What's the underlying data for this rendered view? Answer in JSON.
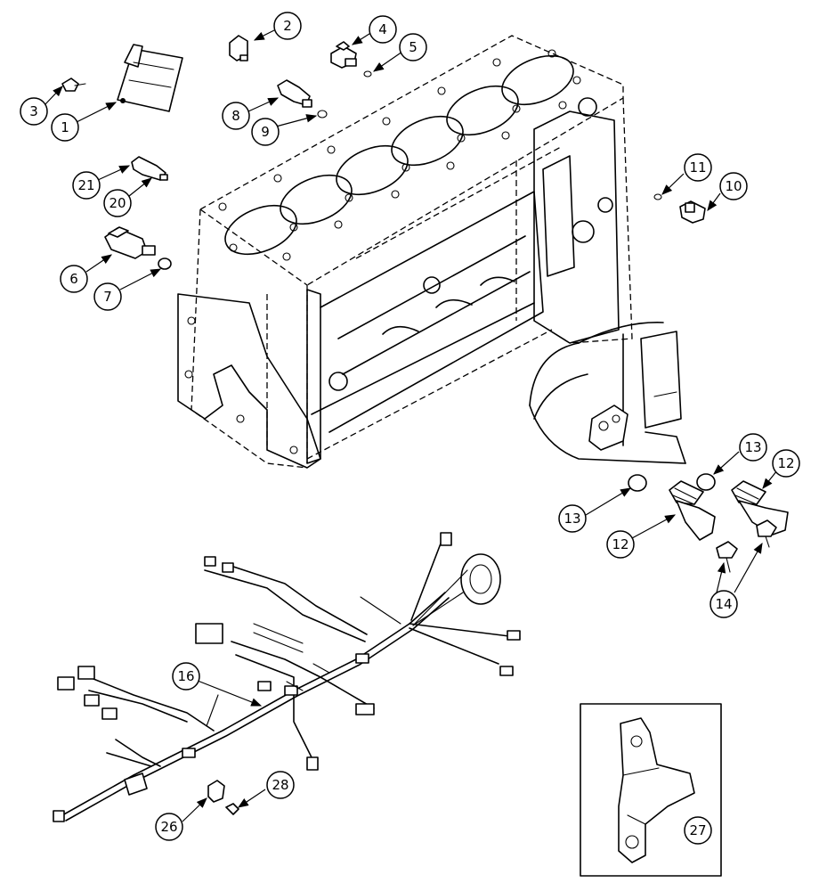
{
  "callouts": {
    "c1": "1",
    "c2": "2",
    "c3": "3",
    "c4": "4",
    "c5": "5",
    "c6": "6",
    "c7": "7",
    "c8": "8",
    "c9": "9",
    "c10": "10",
    "c11": "11",
    "c12a": "12",
    "c12b": "12",
    "c13a": "13",
    "c13b": "13",
    "c14": "14",
    "c16": "16",
    "c20": "20",
    "c21": "21",
    "c26": "26",
    "c27": "27",
    "c28": "28"
  }
}
